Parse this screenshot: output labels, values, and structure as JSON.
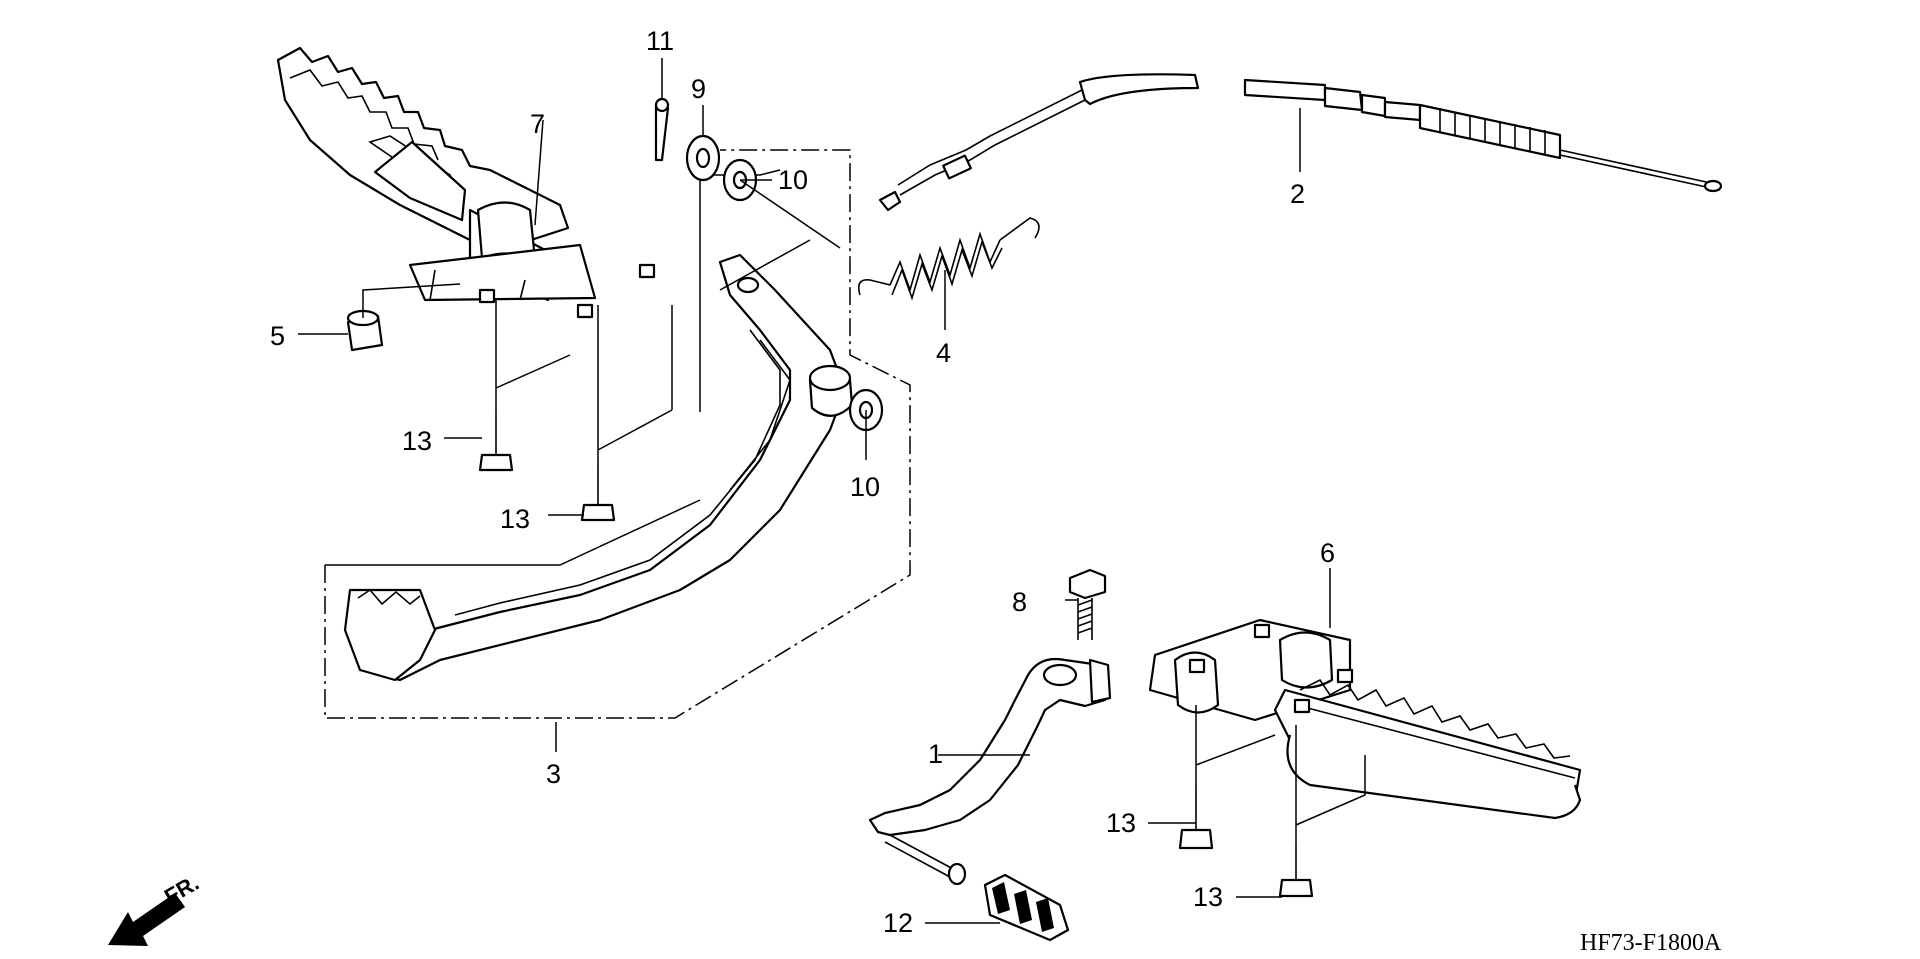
{
  "callouts": {
    "c1": "1",
    "c2": "2",
    "c3": "3",
    "c4": "4",
    "c5": "5",
    "c6": "6",
    "c7": "7",
    "c8": "8",
    "c9": "9",
    "c10a": "10",
    "c10b": "10",
    "c11": "11",
    "c12": "12",
    "c13a": "13",
    "c13b": "13",
    "c13c": "13",
    "c13d": "13"
  },
  "direction_label": "FR.",
  "diagram_code": "HF73-F1800A",
  "icons": {
    "direction": "front-arrow-icon"
  }
}
